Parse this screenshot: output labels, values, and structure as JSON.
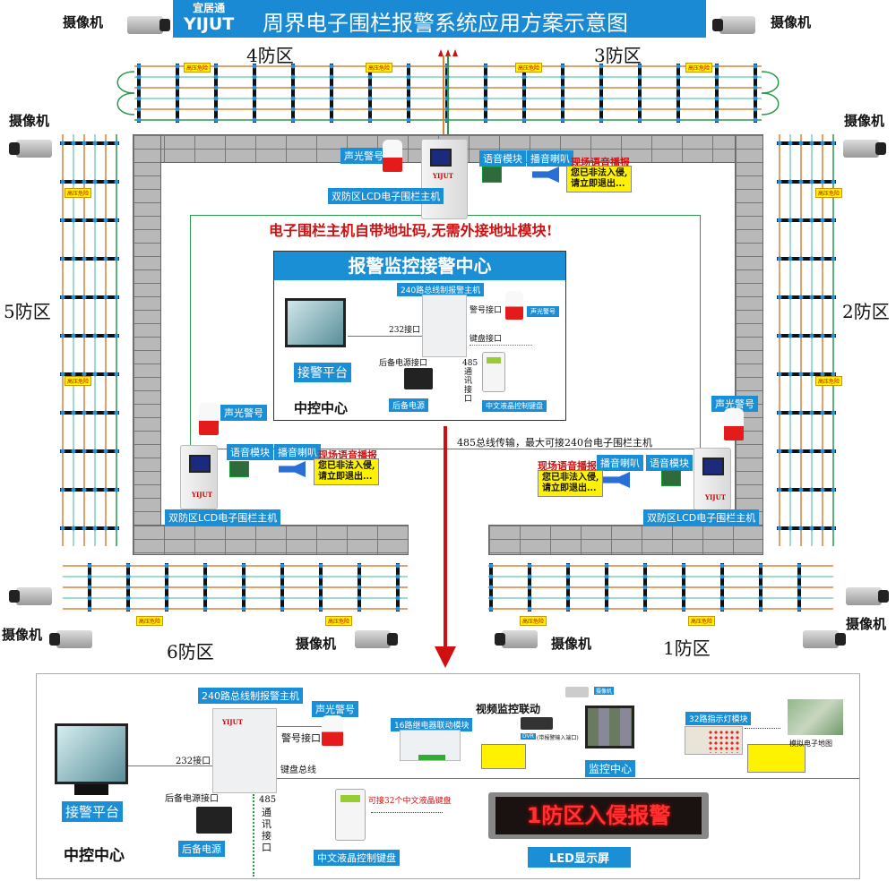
{
  "header": {
    "logo_cn": "宜居通",
    "logo_en": "YIJUT",
    "title": "周界电子围栏报警系统应用方案示意图"
  },
  "colors": {
    "title_bg": "#1a8ad4",
    "tag_bg": "#1b8fd6",
    "alarm_red": "#d01010",
    "led_text": "#ff3333"
  },
  "cameras": {
    "label": "摄像机"
  },
  "zones": [
    "1防区",
    "2防区",
    "3防区",
    "4防区",
    "5防区",
    "6防区"
  ],
  "warning_sign": "高压危险",
  "top_host": {
    "siren": "声光警号",
    "voice_module": "语音模块",
    "speaker": "播音喇叭",
    "live_broadcast": "现场语音播报",
    "bubble_line1": "您已非法入侵,",
    "bubble_line2": "请立即退出...",
    "host_label": "双防区LCD电子围栏主机"
  },
  "notice": "电子围栏主机自带地址码,无需外接地址模块!",
  "center": {
    "title": "报警监控接警中心",
    "host_title": "240路总线制报警主机",
    "alarm_port": "警号接口",
    "siren": "声光警号",
    "port_232": "232接口",
    "keyboard_port": "键盘接口",
    "backup_port": "后备电源接口",
    "port_485": "485",
    "comm": [
      "通",
      "讯",
      "接",
      "口"
    ],
    "platform": "接警平台",
    "backup_power": "后备电源",
    "keyboard": "中文液晶控制键盘",
    "control_center": "中控中心"
  },
  "bus_note": "485总线传输，最大可接240台电子围栏主机",
  "bottom": {
    "host_title": "240路总线制报警主机",
    "siren": "声光警号",
    "alarm_port": "警号接口",
    "port_232": "232接口",
    "keyboard_bus": "键盘总线",
    "backup_port": "后备电源接口",
    "port_485": "485",
    "comm": [
      "通",
      "讯",
      "接",
      "口"
    ],
    "platform": "接警平台",
    "backup_power": "后备电源",
    "keyboard": "中文液晶控制键盘",
    "keyboard_note": "可接32个中文液晶键盘",
    "control_center": "中控中心",
    "relay_module": "16路继电器联动模块",
    "video_link": "视频监控联动",
    "camera": "摄像机",
    "dvr": "DVR",
    "dvr_note": "(带报警输入端口)",
    "monitor_center": "监控中心",
    "led_module": "32路指示灯模块",
    "map": "模拟电子地图",
    "led_text": "1防区入侵报警",
    "led_label": "LED显示屏"
  }
}
